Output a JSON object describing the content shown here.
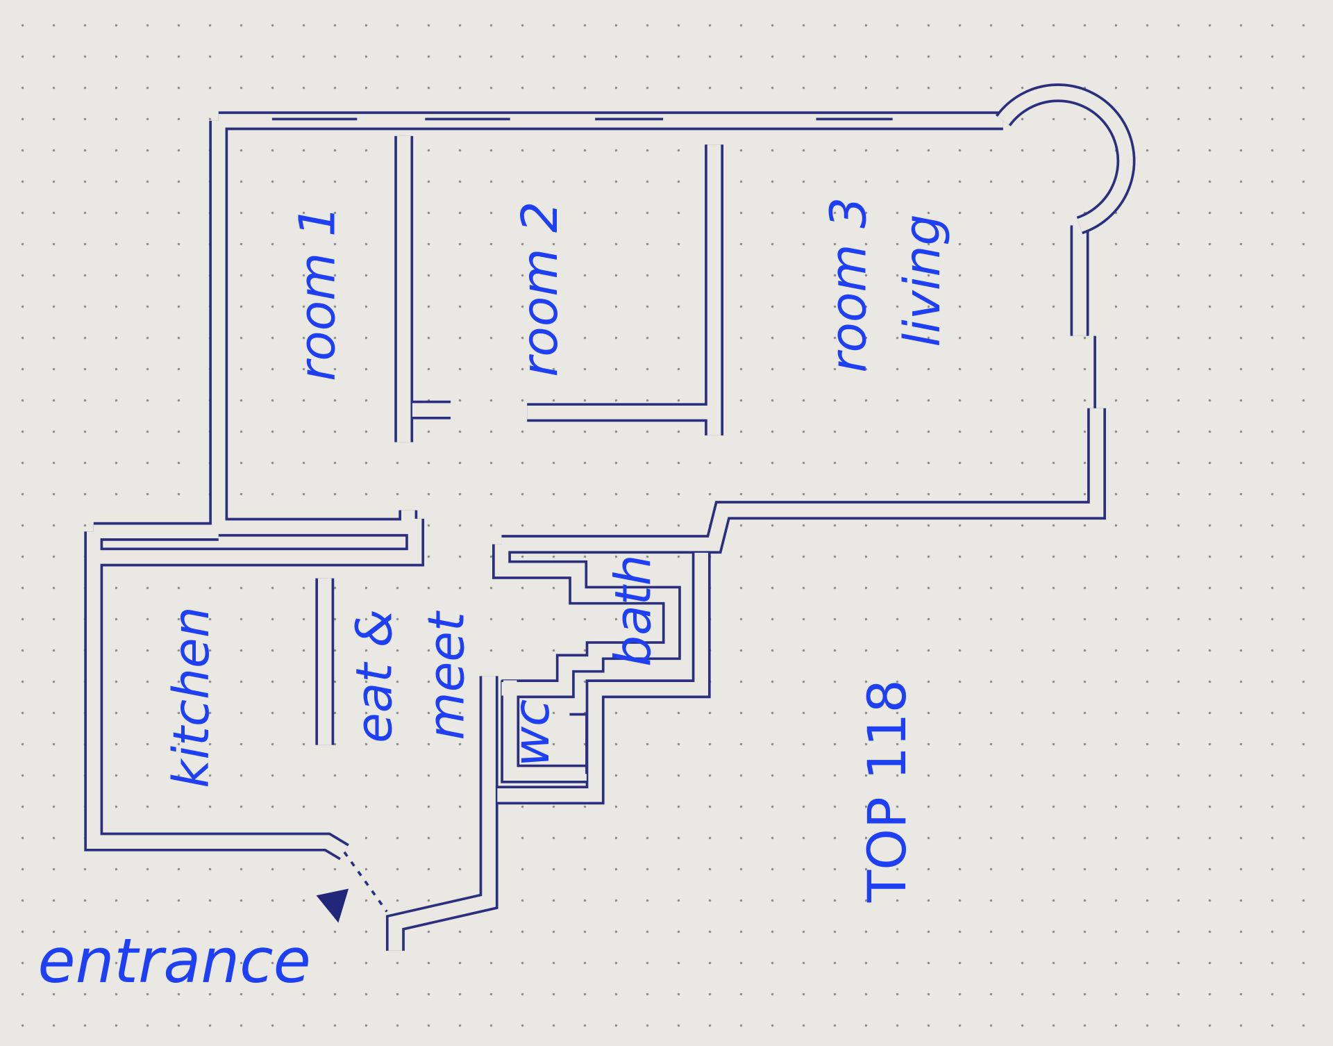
{
  "title_tag": "TOP 118",
  "rooms": {
    "room1": "room 1",
    "room2": "room 2",
    "room3": "room 3",
    "living": "living",
    "kitchen": "kitchen",
    "eat": "eat &",
    "meet": "meet",
    "bath": "bath",
    "wc": "wc"
  },
  "entrance": "entrance",
  "colors": {
    "ink": "#1e3ff2",
    "walls": "#2b2f7e",
    "paper": "#e9e8e3"
  }
}
